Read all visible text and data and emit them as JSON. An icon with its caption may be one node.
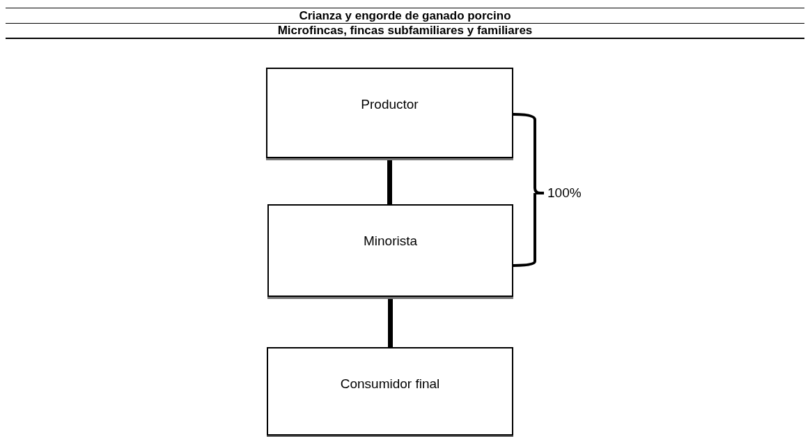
{
  "diagram": {
    "title": "Crianza y engorde de ganado porcino",
    "nodes": [
      {
        "text": [
          "Productor"
        ]
      },
      {
        "text": [
          "Minorista"
        ]
      },
      {
        "text": [
          "Consumidor final"
        ]
      }
    ],
    "edges": [
      {
        "from": 0,
        "to": 1,
        "arrow": "none"
      },
      {
        "from": 1,
        "to": 2,
        "arrow": "none"
      }
    ],
    "labels": [
      "Microfincas, fincas subfamiliares y familiares",
      "100%"
    ]
  }
}
